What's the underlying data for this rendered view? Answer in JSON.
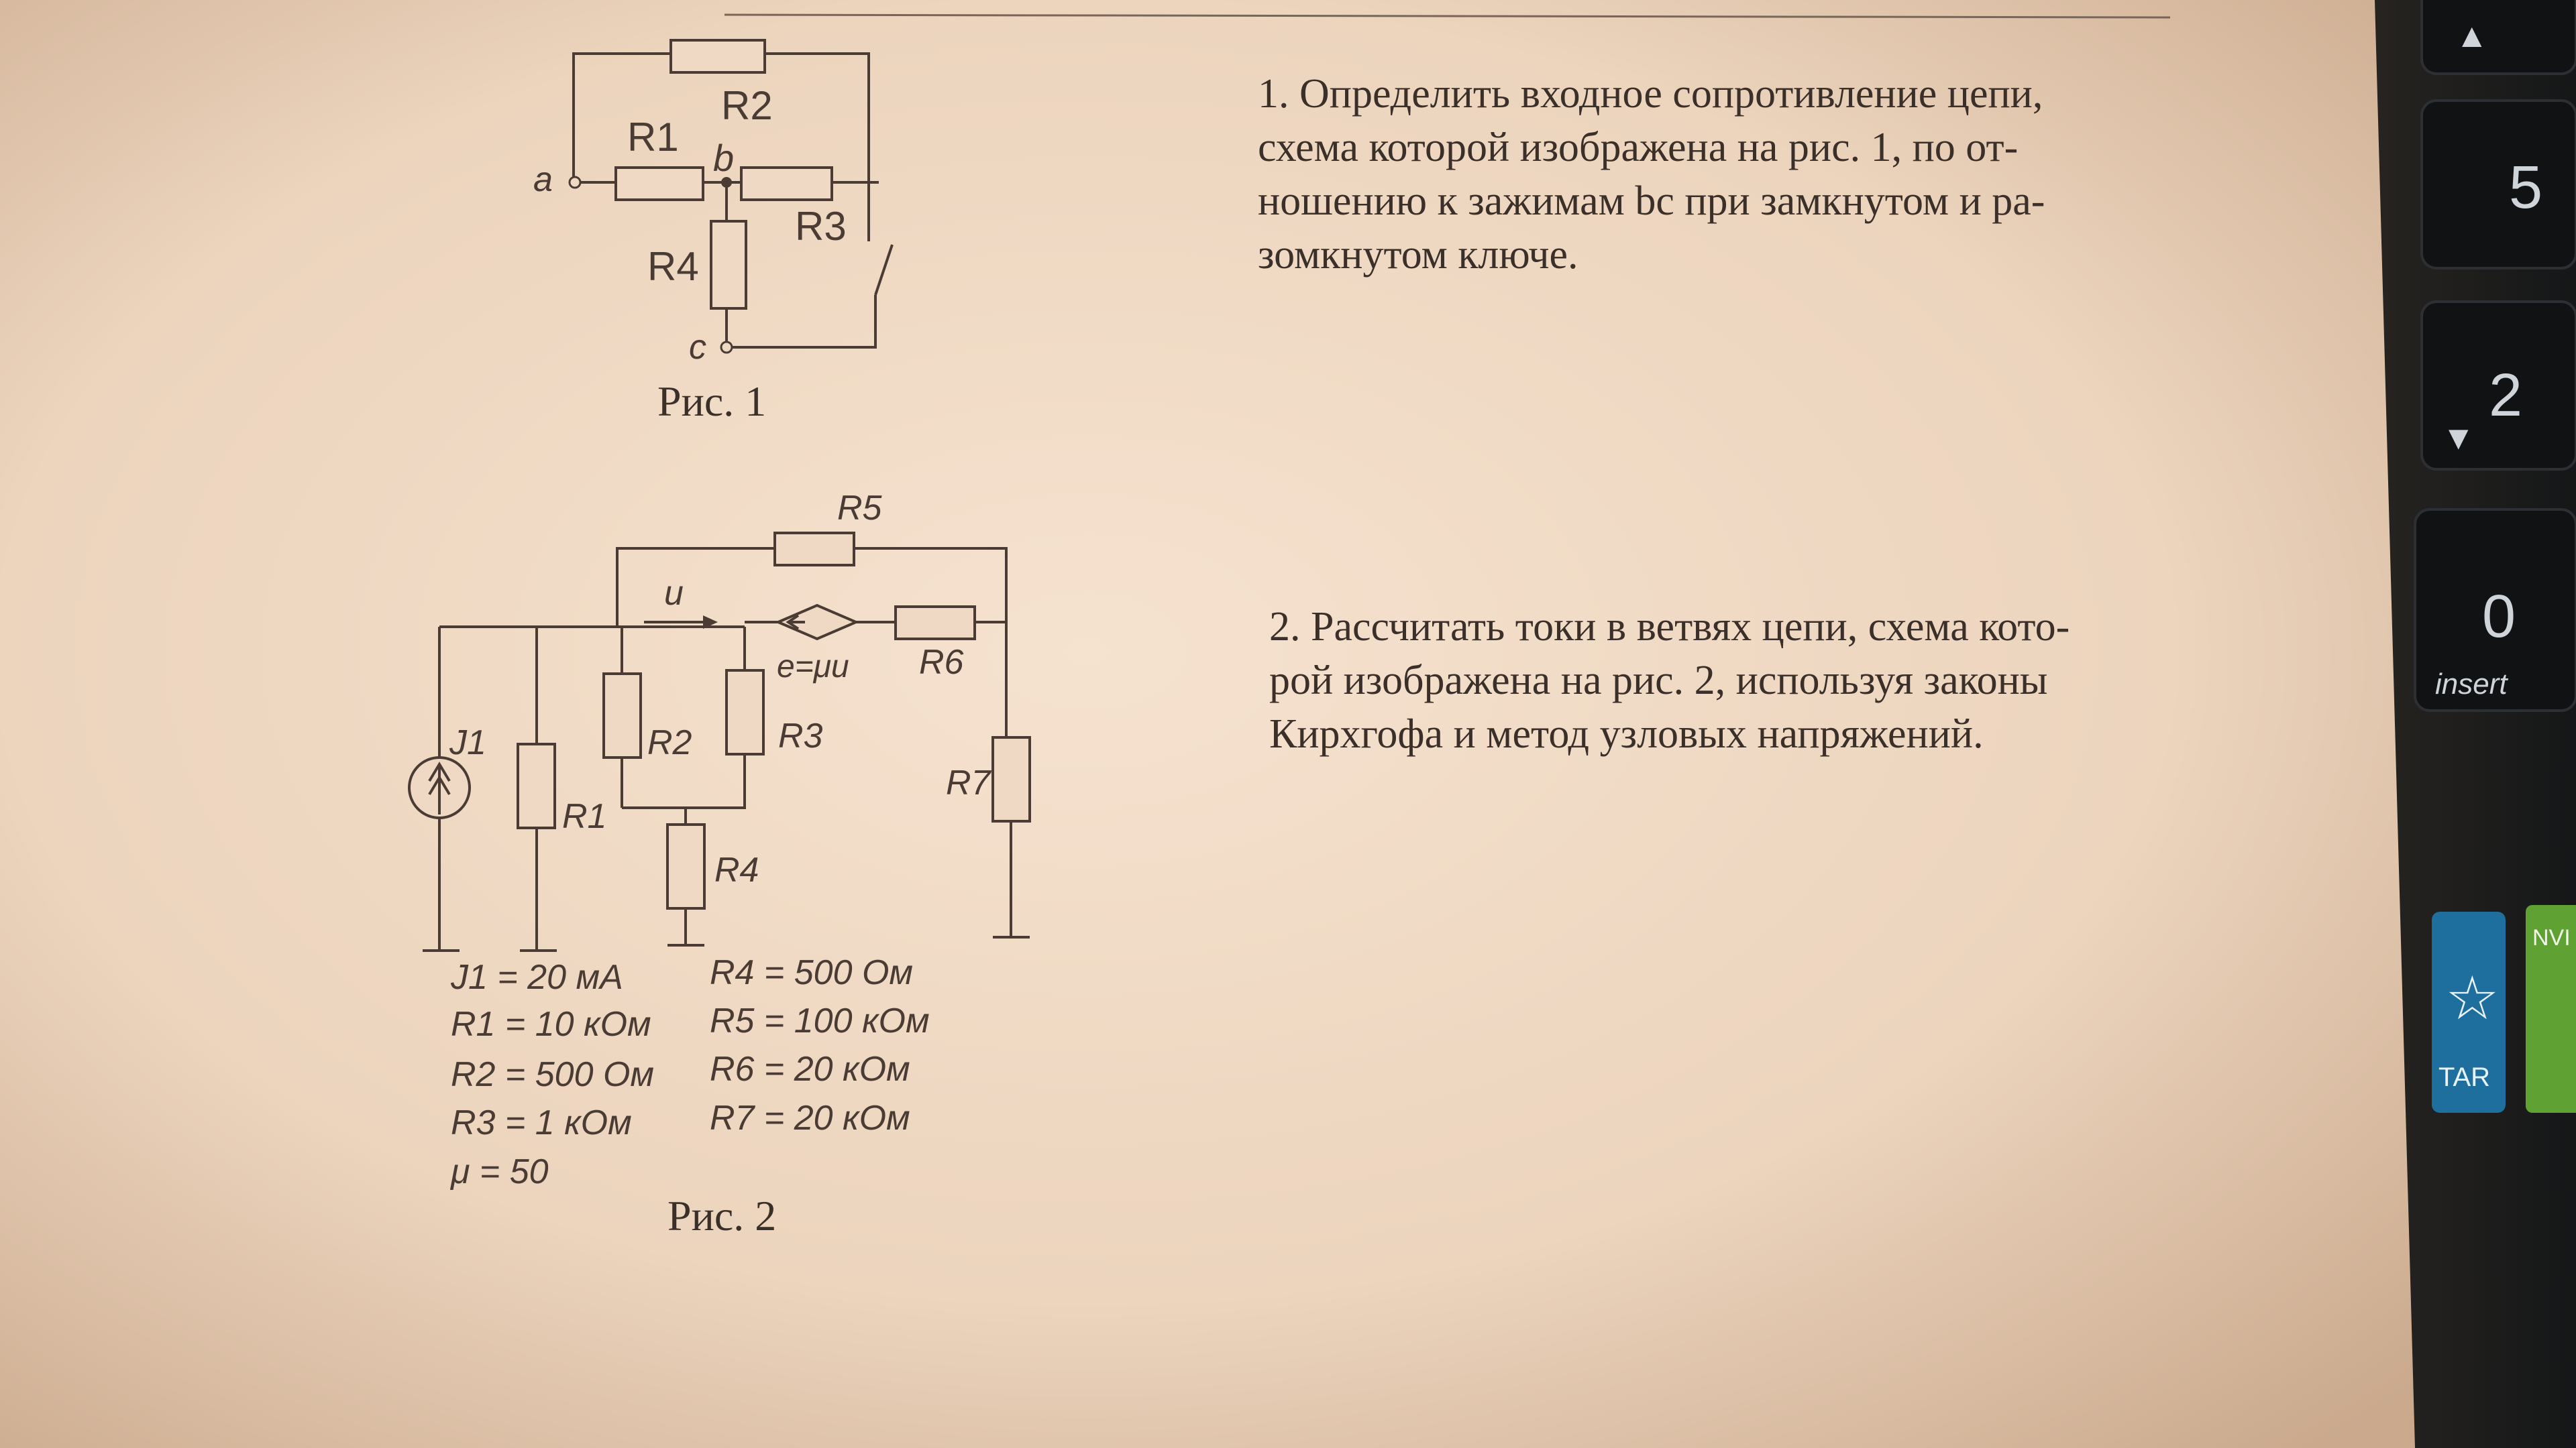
{
  "task1": {
    "lines": [
      "1. Определить входное сопротивление цепи,",
      "схема которой изображена на рис. 1, по от-",
      "ношению к зажимам bc при замкнутом и ра-",
      "зомкнутом ключе."
    ]
  },
  "task2": {
    "lines": [
      "2. Рассчитать токи в ветвях цепи, схема кото-",
      "рой изображена на рис. 2, используя законы",
      "Кирхгофа и метод узловых напряжений."
    ]
  },
  "fig1": {
    "caption": "Рис. 1",
    "labels": {
      "R1": "R1",
      "R2": "R2",
      "R3": "R3",
      "R4": "R4",
      "a": "a",
      "b": "b",
      "c": "c"
    }
  },
  "fig2": {
    "caption": "Рис. 2",
    "labels": {
      "R1": "R1",
      "R2": "R2",
      "R3": "R3",
      "R4": "R4",
      "R5": "R5",
      "R6": "R6",
      "R7": "R7",
      "J1": "J1",
      "u": "u",
      "e": "e=μu"
    },
    "params_left": [
      "J1 = 20 мА",
      "R1 = 10 кОм",
      "R2 = 500 Ом",
      "R3 = 1 кОм",
      "μ = 50"
    ],
    "params_right": [
      "R4 = 500 Ом",
      "R5 = 100 кОм",
      "R6 = 20 кОм",
      "R7 = 20 кОм"
    ]
  },
  "keyboard": {
    "keys": [
      "5",
      "2",
      "0"
    ],
    "insert_label": "insert",
    "sticker_text": "TAR",
    "sticker2_text": "NVI GE"
  },
  "colors": {
    "paper": "#efd9c4",
    "ink": "#3b2f2a",
    "keyboard": "#1e2124",
    "background": "#3a2b22"
  }
}
